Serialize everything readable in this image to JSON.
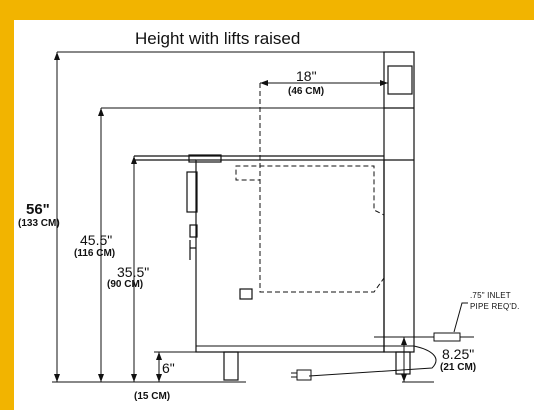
{
  "title": "Height with lifts raised",
  "dimensions": {
    "total_height": {
      "value": "56\"",
      "metric": "(133 CM)"
    },
    "top_height": {
      "value": "45.5\"",
      "metric": "(116 CM)"
    },
    "deck_height": {
      "value": "35.5\"",
      "metric": "(90 CM)"
    },
    "depth": {
      "value": "18\"",
      "metric": "(46 CM)"
    },
    "leg_height": {
      "value": "6\"",
      "metric": "(15 CM)"
    },
    "inlet_height": {
      "value": "8.25\"",
      "metric": "(21 CM)"
    }
  },
  "inlet_note": {
    "line1": ".75\" INLET",
    "line2": "PIPE REQ'D."
  },
  "colors": {
    "border": "#f2b400",
    "line": "#111111",
    "background": "#ffffff"
  }
}
